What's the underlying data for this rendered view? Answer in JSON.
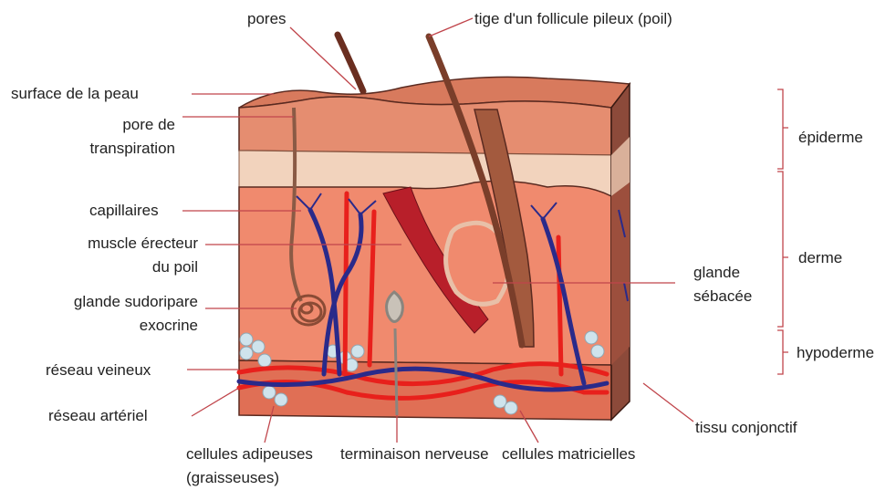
{
  "labels": {
    "pores": "pores",
    "hair_shaft": "tige d'un follicule pileux (poil)",
    "skin_surface": "surface de la peau",
    "sweat_pore_1": "pore de",
    "sweat_pore_2": "transpiration",
    "capillaries": "capillaires",
    "arrector_1": "muscle érecteur",
    "arrector_2": "du poil",
    "sweat_gland_1": "glande sudoripare",
    "sweat_gland_2": "exocrine",
    "venous": "réseau veineux",
    "arterial": "réseau artériel",
    "sebaceous_1": "glande",
    "sebaceous_2": "sébacée",
    "epidermis": "épiderme",
    "dermis": "derme",
    "hypodermis": "hypoderme",
    "connective": "tissu conjonctif",
    "fat_cells_1": "cellules adipeuses",
    "fat_cells_2": "(graisseuses)",
    "nerve_ending": "terminaison nerveuse",
    "matrix_cells": "cellules matricielles"
  },
  "colors": {
    "epidermis": "#e58d70",
    "dermis": "#f08a6e",
    "hypodermis": "#e06f55",
    "side": "#8c4a3a",
    "hair": "#8a4b35",
    "artery": "#e8201c",
    "vein": "#2a2a8a",
    "pointer": "#c0454b",
    "fat": "#cfe3ec",
    "nerve": "#bfb8ae"
  }
}
